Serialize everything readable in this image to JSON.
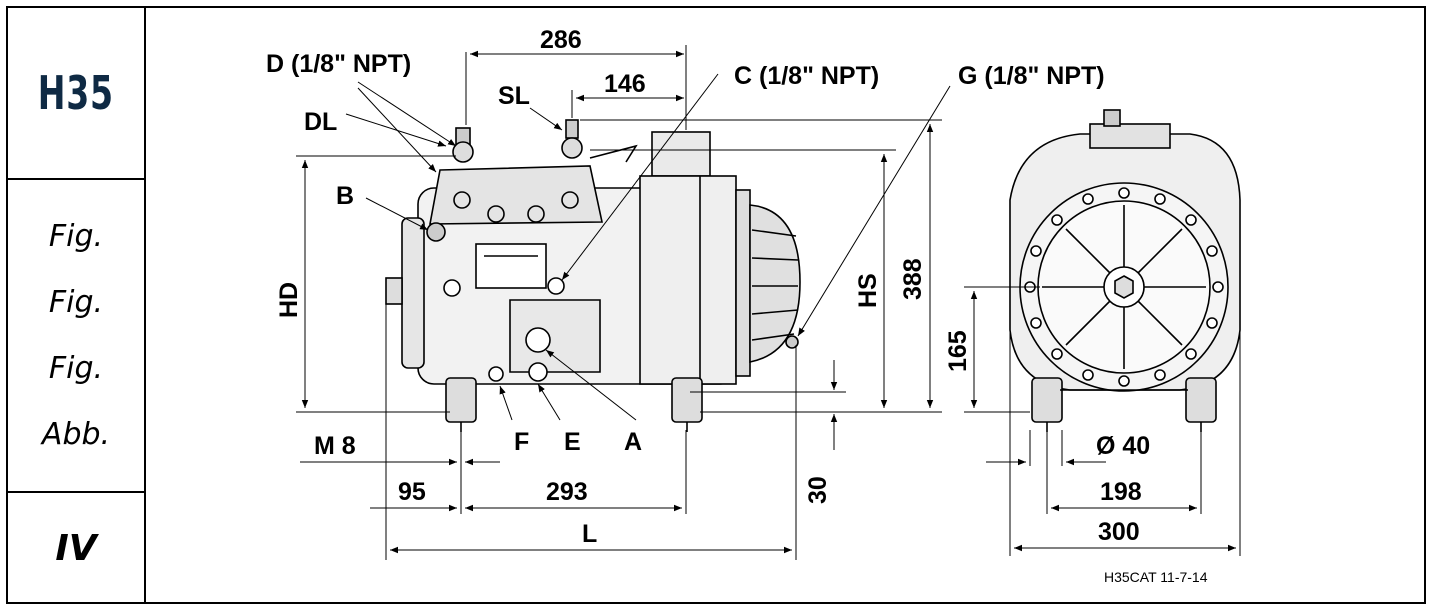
{
  "sidebar": {
    "model": "H35",
    "fig_labels": [
      "Fig.",
      "Fig.",
      "Fig.",
      "Abb."
    ],
    "section": "IV"
  },
  "drawing": {
    "labels": {
      "d": "D (1/8\" NPT)",
      "c": "C (1/8\" NPT)",
      "g": "G (1/8\" NPT)",
      "sl": "SL",
      "dl": "DL",
      "b": "B",
      "hd": "HD",
      "hs": "HS",
      "m8": "M 8",
      "f": "F",
      "e": "E",
      "a": "A",
      "l": "L"
    },
    "dims": {
      "d286": "286",
      "d146": "146",
      "d388": "388",
      "d165": "165",
      "d95": "95",
      "d293": "293",
      "d30": "30",
      "dia40": "Ø 40",
      "d198": "198",
      "d300": "300"
    },
    "code": "H35CAT 11-7-14"
  }
}
